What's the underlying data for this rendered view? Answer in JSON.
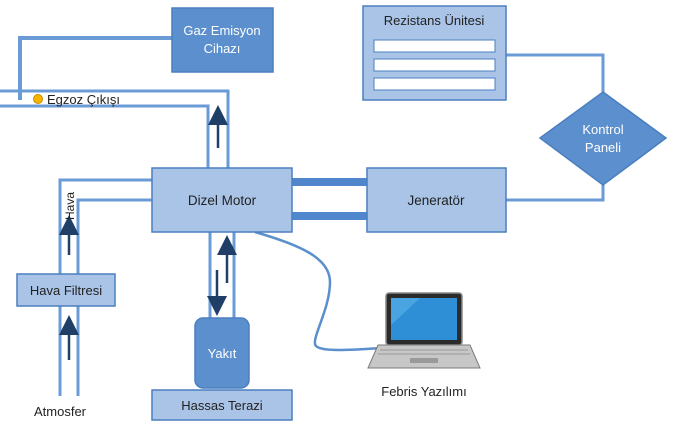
{
  "labels": {
    "gas_emission": [
      "Gaz Emisyon",
      "Cihazı"
    ],
    "resistance_unit": "Rezistans Ünitesi",
    "exhaust_outlet": "Egzoz Çıkışı",
    "control_panel": [
      "Kontrol",
      "Paneli"
    ],
    "diesel_engine": "Dizel Motor",
    "generator": "Jeneratör",
    "air": "Hava",
    "air_filter": "Hava Filtresi",
    "fuel": "Yakıt",
    "precision_scale": "Hassas Terazi",
    "software": "Febris Yazılımı",
    "atmosphere": "Atmosfer"
  },
  "colors": {
    "box_dark_fill": "#5b8fcd",
    "box_light_fill": "#a9c4e6",
    "box_stroke": "#4a7fbf",
    "pipe": "#6a9bd6",
    "pipe_thick": "#4f86cc",
    "arrow": "#1f3f66",
    "dot": "#f5b400",
    "text_dark": "#222222",
    "text_light": "#ffffff"
  }
}
